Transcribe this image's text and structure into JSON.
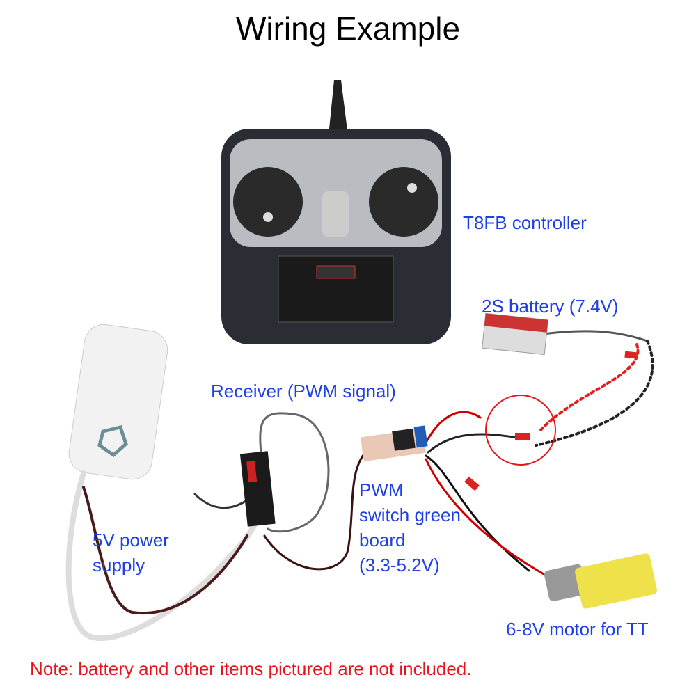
{
  "title": "Wiring Example",
  "labels": {
    "controller": "T8FB controller",
    "battery": "2S battery (7.4V)",
    "receiver": "Receiver (PWM signal)",
    "board": [
      "PWM",
      "switch green",
      "board",
      "(3.3-5.2V)"
    ],
    "power": [
      "5V power",
      "supply"
    ],
    "motor": "6-8V motor for TT"
  },
  "note": "Note: battery and other items pictured are not included.",
  "colors": {
    "label": "#1c3fe6",
    "note": "#e8141b",
    "highlight_circle": "#e8141b"
  }
}
